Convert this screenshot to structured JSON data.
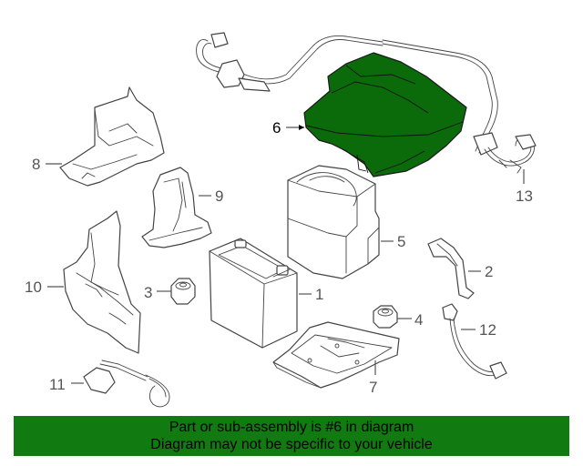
{
  "diagram": {
    "callouts": [
      {
        "id": "1",
        "label": "1"
      },
      {
        "id": "2",
        "label": "2"
      },
      {
        "id": "3",
        "label": "3"
      },
      {
        "id": "4",
        "label": "4"
      },
      {
        "id": "5",
        "label": "5"
      },
      {
        "id": "6",
        "label": "6"
      },
      {
        "id": "7",
        "label": "7"
      },
      {
        "id": "8",
        "label": "8"
      },
      {
        "id": "9",
        "label": "9"
      },
      {
        "id": "10",
        "label": "10"
      },
      {
        "id": "11",
        "label": "11"
      },
      {
        "id": "12",
        "label": "12"
      },
      {
        "id": "13",
        "label": "13"
      }
    ],
    "highlighted_part": "6",
    "highlight_color": "#0b6b0b"
  },
  "banner": {
    "line1": "Part or sub-assembly is #6 in diagram",
    "line2": "Diagram may not be specific to your vehicle",
    "background": "#117a11"
  }
}
